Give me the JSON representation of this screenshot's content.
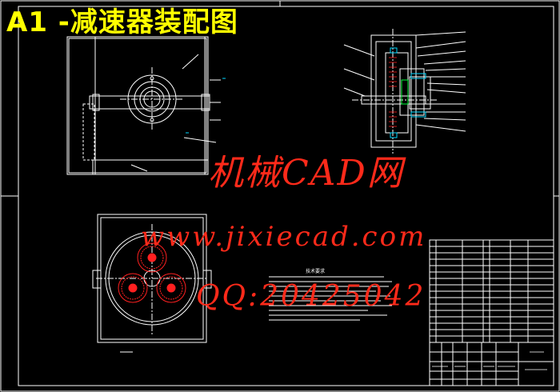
{
  "title": "A1 -减速器装配图",
  "watermark": {
    "site_name": "机械CAD网",
    "url": "www.jixiecad.com",
    "contact": "QQ:20425042"
  },
  "tech_notes": {
    "title": "技术要求"
  },
  "colors": {
    "background": "#000000",
    "line": "#ffffff",
    "title": "#ffff00",
    "watermark": "#ff2a1a",
    "gear_red": "#ff2020",
    "accent_cyan": "#00d8ff",
    "accent_green": "#00ff3c"
  }
}
